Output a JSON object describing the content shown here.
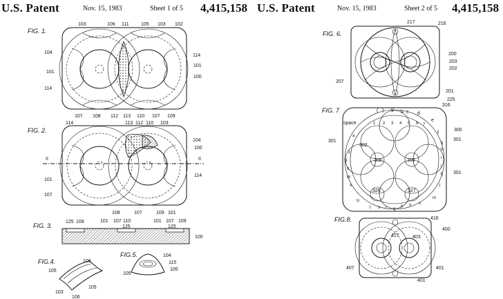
{
  "sheet1": {
    "header": {
      "patent": "U.S. Patent",
      "date": "Nov. 15, 1983",
      "sheet": "Sheet 1 of 5",
      "number": "4,415,158"
    },
    "fig1": {
      "label": "FIG. 1.",
      "refs": [
        "103",
        "106",
        "111",
        "105",
        "103",
        "102",
        "104",
        "114",
        "101",
        "101",
        "114",
        "100",
        "107",
        "108",
        "112",
        "113",
        "110",
        "107",
        "109"
      ]
    },
    "fig2": {
      "label": "FIG. 2.",
      "refs": [
        "114",
        "113",
        "112",
        "110",
        "103",
        "104",
        "100",
        "II",
        "II",
        "101",
        "107",
        "114",
        "108",
        "107",
        "109",
        "101"
      ]
    },
    "fig3": {
      "label": "FIG. 3.",
      "refs": [
        "125",
        "108",
        "101",
        "107",
        "110",
        "125",
        "101",
        "107",
        "109",
        "125",
        "100"
      ]
    },
    "fig4": {
      "label": "FIG.4.",
      "refs": [
        "105",
        "106",
        "103",
        "105",
        "106"
      ]
    },
    "fig5": {
      "label": "FIG.5.",
      "refs": [
        "104",
        "115",
        "105",
        "105"
      ]
    }
  },
  "sheet2": {
    "header": {
      "patent": "U.S. Patent",
      "date": "Nov. 15, 1983",
      "sheet": "Sheet 2 of 5",
      "number": "4,415,158"
    },
    "fig6": {
      "label": "FIG. 6.",
      "refs": [
        "217",
        "216",
        "200",
        "203",
        "202",
        "207",
        "201",
        "225"
      ]
    },
    "fig7": {
      "label": "FIG. 7",
      "refs": [
        "316",
        "space",
        "(",
        ")",
        "g",
        "b",
        "c",
        "d",
        "e",
        "1",
        "2",
        "3",
        "4",
        "5",
        "6",
        "7",
        "f",
        "300",
        "301",
        "302",
        "308",
        "309",
        "301",
        "y",
        "x",
        "w",
        "v",
        "u",
        "326",
        "327",
        "k",
        "301",
        "t",
        "s",
        "r",
        "q",
        "p",
        "o",
        "n",
        "m",
        "l",
        "j",
        "i",
        "h",
        "g",
        "a",
        "z"
      ]
    },
    "fig8": {
      "label": "FIG.8.",
      "refs": [
        "416",
        "400",
        "417",
        "403",
        "407",
        "401",
        "401"
      ]
    }
  }
}
